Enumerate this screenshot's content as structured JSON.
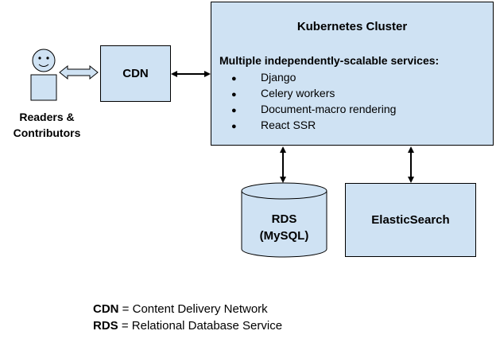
{
  "actor": {
    "label_line1": "Readers &",
    "label_line2": "Contributors"
  },
  "cdn": {
    "label": "CDN"
  },
  "cluster": {
    "title": "Kubernetes Cluster",
    "subtitle": "Multiple independently-scalable services:",
    "services": [
      "Django",
      "Celery workers",
      "Document-macro rendering",
      "React SSR"
    ],
    "bullet": "●"
  },
  "rds": {
    "label_line1": "RDS",
    "label_line2": "(MySQL)"
  },
  "elasticsearch": {
    "label": "ElasticSearch"
  },
  "legend": [
    {
      "term": "CDN",
      "separator": " = ",
      "definition": "Content Delivery Network"
    },
    {
      "term": "RDS",
      "separator": " = ",
      "definition": "Relational Database Service"
    }
  ],
  "colors": {
    "box_fill": "#cfe2f3",
    "outline": "#000000"
  }
}
